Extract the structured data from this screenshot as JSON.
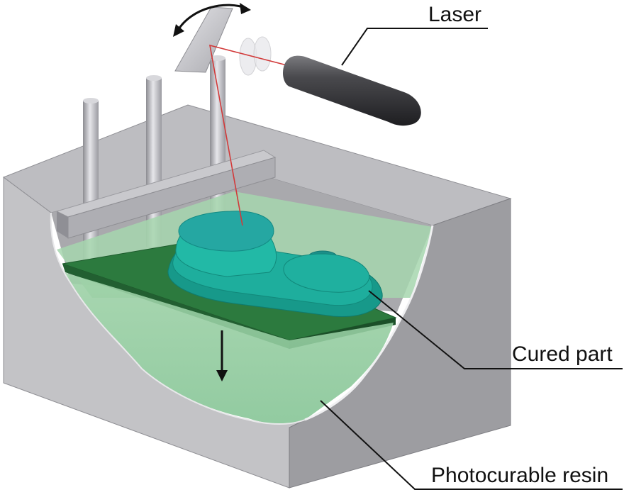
{
  "labels": {
    "laser": "Laser",
    "cured_part": "Cured part",
    "resin": "Photocurable resin"
  },
  "colors": {
    "vat_front": "#c3c3c6",
    "vat_side": "#9d9da1",
    "vat_top": "#b5b5b9",
    "vat_inner": "#aeaeb2",
    "resin": "#9ccfa6",
    "platform": "#2c7a3e",
    "part": "#1fb09f",
    "laser_beam": "#d23a3a",
    "laser_body": "#3c3c3f"
  }
}
